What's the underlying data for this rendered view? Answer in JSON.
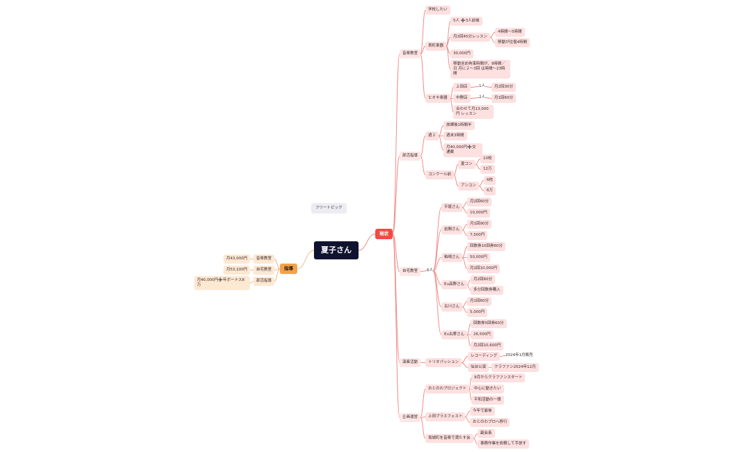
{
  "root": "夏子さん",
  "floating": "フリートピック",
  "right_branch": {
    "label": "現状",
    "groups": {
      "ongaku": {
        "label": "音楽教室",
        "gakki": "学校したい",
        "sanpo": {
          "label": "表町楽器",
          "items": [
            "5人 ➕3人前後",
            "月2回45分レッスン",
            "30,000円",
            "移動含め拘束時間が、9時間／日 月に２〜3回 は時間〜23時間"
          ],
          "sub": [
            "4時間〜5時間",
            "移動が往復4時間"
          ]
        },
        "hiogi": {
          "label": "ヒオキ楽器",
          "places": [
            "上田店",
            "中野店"
          ],
          "counts": [
            "1人",
            "2人"
          ],
          "lessons": [
            "月2回30分",
            "月1回60分"
          ],
          "total": "合わせて月13,000円 レッスン"
        }
      },
      "bukatsu": {
        "label": "部活指導",
        "week": "週２",
        "week_items": [
          "放課後1時間半",
          "週末3時間",
          "月40,000円➕交通費"
        ],
        "contest": "コンクール前",
        "natsu": "夏コン",
        "natsu_items": [
          "10校",
          "12万"
        ],
        "ancon": "アンコン",
        "ancon_items": [
          "6校",
          "6万"
        ]
      },
      "jitaku": {
        "label": "自宅教室",
        "count": "6人",
        "students": [
          {
            "name": "平尾さん",
            "items": [
              "月2回60分",
              "10,000円"
            ]
          },
          {
            "name": "岩間さん",
            "items": [
              "月1回90分",
              "7,500円"
            ]
          },
          {
            "name": "粕崎さん",
            "items": [
              "回数券10回券60分",
              "50,000円",
              "月2回10,000円"
            ]
          },
          {
            "name": "Eu高野さん",
            "items": [
              "月2回60分",
              "多分回数券購入"
            ]
          },
          {
            "name": "古川さん",
            "items": [
              "月1回60分",
              "5,000円"
            ]
          },
          {
            "name": "Eu古摩さん",
            "items": [
              "回数券5回券60分",
              "26,500円",
              "月2回10,600円"
            ]
          }
        ]
      },
      "ensou": {
        "label": "演奏活動",
        "trio": "トリオパッション",
        "rec": "レコーディング",
        "rec_item": "2024年1月販売",
        "sendai": "仙台公演",
        "sendai_item": "クラファン2024年12月"
      },
      "kikaku": {
        "label": "企画運営",
        "otowa": "おとのわプロジェクト",
        "otowa_items": [
          "9月からクラファンスタート",
          "中心に動きたい",
          "平和活動の一環"
        ],
        "ueda": "上田ブラスフェスト",
        "ueda_items": [
          "今年で最後",
          "おとのわプロへ移行"
        ],
        "sakaki": "坂城町を音楽で満たす会",
        "sakaki_items": [
          "副会長",
          "事務作業を依頼して手放す"
        ]
      }
    }
  },
  "left_branch": {
    "label": "指導",
    "items": [
      {
        "label": "音楽教室",
        "value": "月43,000円"
      },
      {
        "label": "自宅教室",
        "value": "月53,100円"
      },
      {
        "label": "部活指導",
        "value": "月40,000円➕年ボーナス8万"
      }
    ]
  },
  "colors": {
    "root": "#0f1330",
    "right_main": "#f24a43",
    "left_main": "#f4a24a",
    "right_line": "#f2837c",
    "left_line": "#f4b27a",
    "node_pink": "#fde6e6",
    "node_orange": "#fde8d2"
  }
}
